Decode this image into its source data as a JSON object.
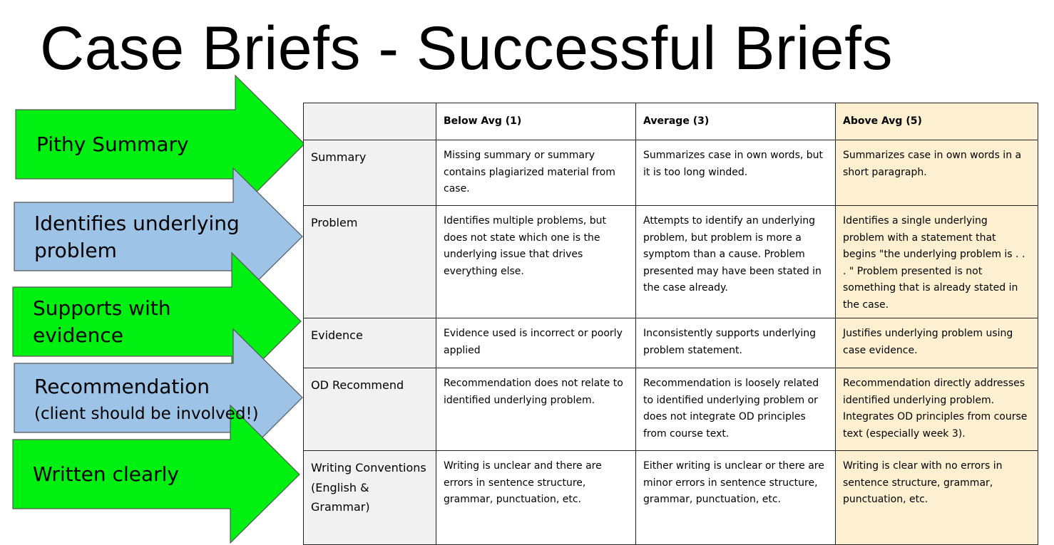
{
  "title": "Case Briefs - Successful Briefs",
  "colors": {
    "green_arrow": "#00f012",
    "blue_arrow": "#9dc3e6",
    "highlight": "#fdf0d1",
    "criteria_bg": "#f1f1f1"
  },
  "arrows": [
    {
      "line1": "Pithy Summary",
      "line2": ""
    },
    {
      "line1": "Identifies underlying",
      "line2": "problem"
    },
    {
      "line1": "Supports with",
      "line2": "evidence"
    },
    {
      "line1": "Recommendation",
      "line2": "(client should be involved!)"
    },
    {
      "line1": "Written clearly",
      "line2": ""
    }
  ],
  "rubric": {
    "headers": [
      "",
      "Below Avg (1)",
      "Average (3)",
      "Above Avg (5)"
    ],
    "rows": [
      {
        "criterion": "Summary",
        "below": "Missing summary or summary contains plagiarized material from case.",
        "average": "Summarizes case in own words, but it is too long winded.",
        "above": "Summarizes case in own words in a short paragraph."
      },
      {
        "criterion": "Problem",
        "below": "Identifies multiple problems, but does not state which one is the underlying issue that drives everything else.",
        "average": "Attempts to identify an underlying problem, but problem is more a symptom than a cause. Problem presented may have been stated in the case already.",
        "above": "Identifies a single underlying problem with a statement that begins \"the underlying problem is . . . \" Problem presented is not something that is already stated in the case."
      },
      {
        "criterion": "Evidence",
        "below": "Evidence used is incorrect or poorly applied",
        "average": "Inconsistently supports underlying problem statement.",
        "above": "Justifies underlying problem using case evidence."
      },
      {
        "criterion": "OD Recommend",
        "below": "Recommendation does not relate to identified underlying problem.",
        "average": "Recommendation is loosely related to identified underlying problem or does not integrate OD principles from course text.",
        "above": "Recommendation directly addresses identified underlying problem. Integrates OD principles from course text (especially week 3)."
      },
      {
        "criterion": "Writing Conventions (English & Grammar)",
        "below": "Writing is unclear and there are errors in sentence structure, grammar, punctuation, etc.",
        "average": "Either writing is unclear or there are minor errors in sentence structure, grammar, punctuation, etc.",
        "above": "Writing is clear with no errors in sentence structure, grammar, punctuation, etc."
      }
    ]
  }
}
